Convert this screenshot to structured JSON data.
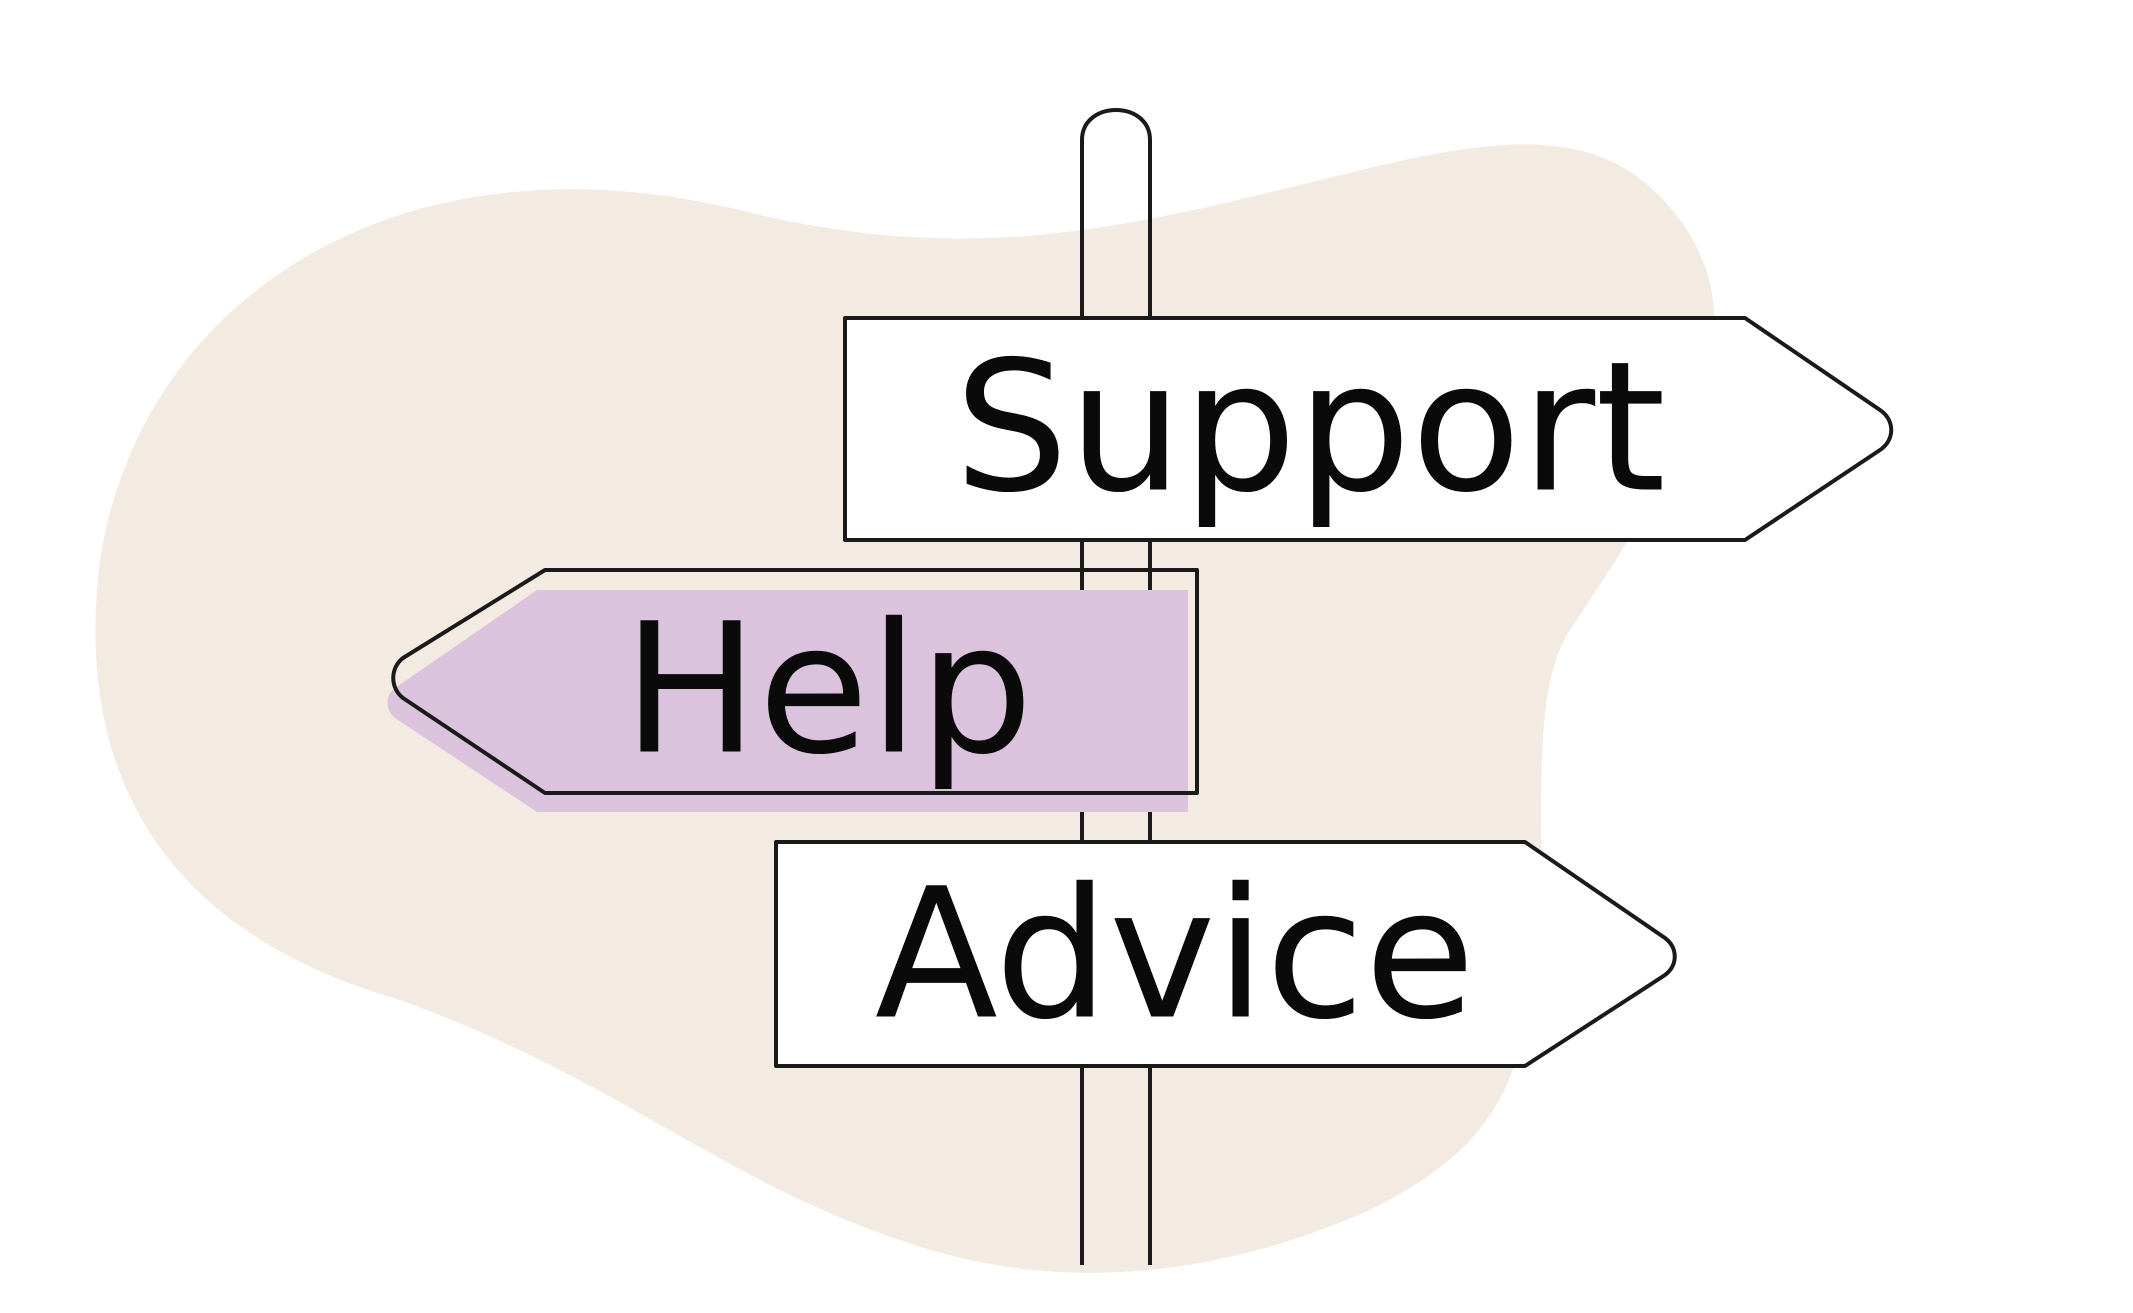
{
  "colors": {
    "background": "#ffffff",
    "blob": "#f3ebe2",
    "outline": "#1a1a1a",
    "sign_fill": "#ffffff",
    "help_highlight": "#dbc3de",
    "text": "#0a0a0a"
  },
  "signpost": {
    "signs": [
      {
        "label": "Support",
        "direction": "right"
      },
      {
        "label": "Help",
        "direction": "left"
      },
      {
        "label": "Advice",
        "direction": "right"
      }
    ]
  }
}
